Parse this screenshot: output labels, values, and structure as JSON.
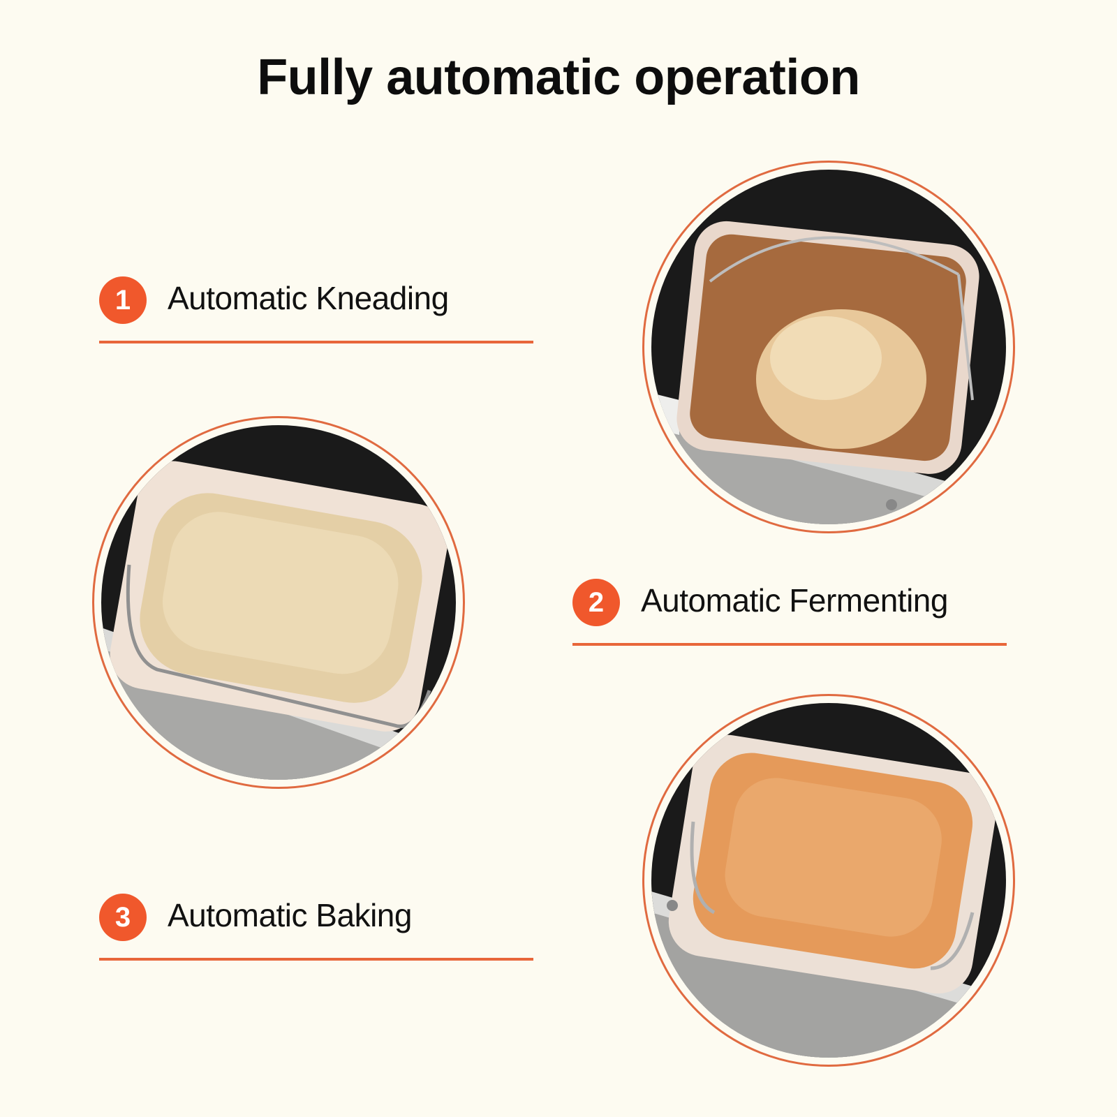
{
  "title": "Fully automatic operation",
  "accent_color": "#f0582c",
  "steps": [
    {
      "number": "1",
      "label": "Automatic Kneading"
    },
    {
      "number": "2",
      "label": "Automatic Fermenting"
    },
    {
      "number": "3",
      "label": "Automatic Baking"
    }
  ],
  "photos": [
    {
      "name": "dough-ball-in-bread-pan",
      "stage": "Kneading"
    },
    {
      "name": "risen-dough-in-bread-pan",
      "stage": "Fermenting"
    },
    {
      "name": "baked-loaf-in-bread-pan",
      "stage": "Baking"
    }
  ]
}
